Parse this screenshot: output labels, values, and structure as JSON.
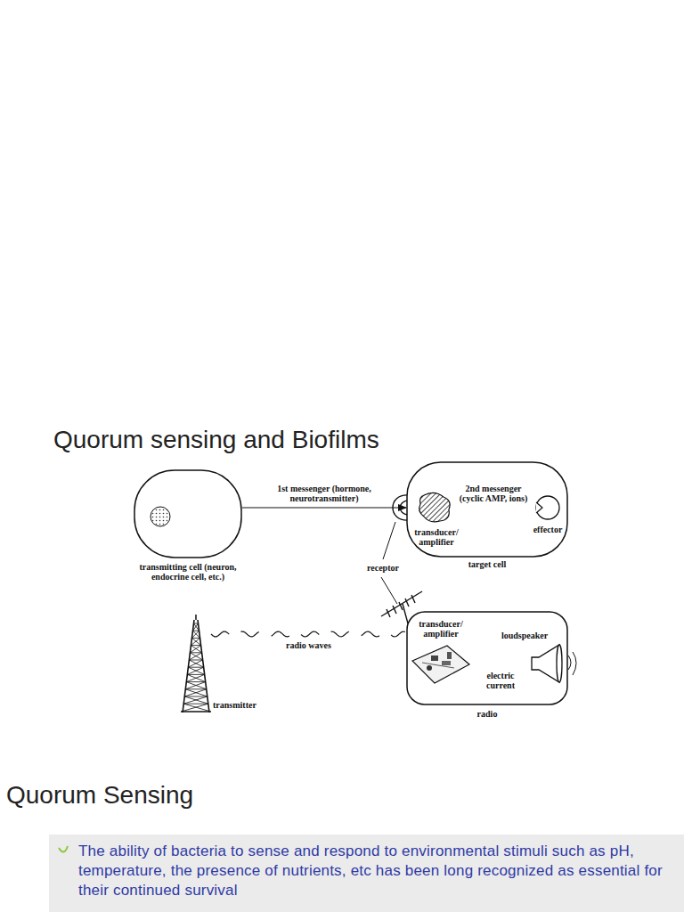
{
  "diagram": {
    "title": "Quorum sensing and Biofilms",
    "nodes": [
      {
        "text": [
          "transmitting cell (neuron, endocrine cell, etc.)"
        ]
      },
      {
        "text": [
          "target cell"
        ]
      },
      {
        "text": [
          "transducer/ amplifier"
        ],
        "in": 1
      },
      {
        "text": [
          "effector"
        ],
        "in": 1
      },
      {
        "text": [
          "transmitter"
        ]
      },
      {
        "text": [
          "radio"
        ]
      },
      {
        "text": [
          "transducer/ amplifier"
        ],
        "in": 5
      },
      {
        "text": [
          "loudspeaker"
        ],
        "in": 5
      }
    ],
    "edges": [
      {
        "from": 0,
        "to": 1,
        "label": "1st messenger (hormone, neurotransmitter)",
        "arrow": "to"
      },
      {
        "from": 2,
        "to": 3,
        "label": "2nd messenger (cyclic AMP, ions)",
        "arrow": "to"
      },
      {
        "from": 4,
        "to": 5,
        "label": "radio waves",
        "arrow": "none"
      },
      {
        "from": 6,
        "to": 7,
        "label": "electric current",
        "arrow": "to"
      }
    ],
    "labels": [
      "receptor",
      "Quorum Sensing",
      "The ability of bacteria to sense and respond to environmental stimuli such as pH, temperature, the presence of nutrients, etc has been long recognized as essential for their continued survival"
    ]
  }
}
